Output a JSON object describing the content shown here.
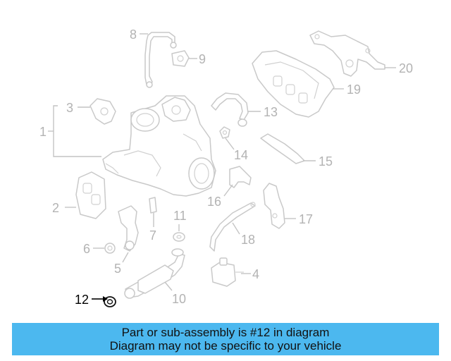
{
  "callouts": {
    "c1": "1",
    "c2": "2",
    "c3": "3",
    "c4": "4",
    "c5": "5",
    "c6": "6",
    "c7": "7",
    "c8": "8",
    "c9": "9",
    "c10": "10",
    "c11": "11",
    "c12": "12",
    "c13": "13",
    "c14": "14",
    "c15": "15",
    "c16": "16",
    "c17": "17",
    "c18": "18",
    "c19": "19",
    "c20": "20"
  },
  "highlight": {
    "part_number": "12",
    "color": "#000000"
  },
  "banner": {
    "line1": "Part or sub-assembly is #12 in diagram",
    "line2": "Diagram may not be specific to your vehicle",
    "background": "#4cb8ef"
  }
}
